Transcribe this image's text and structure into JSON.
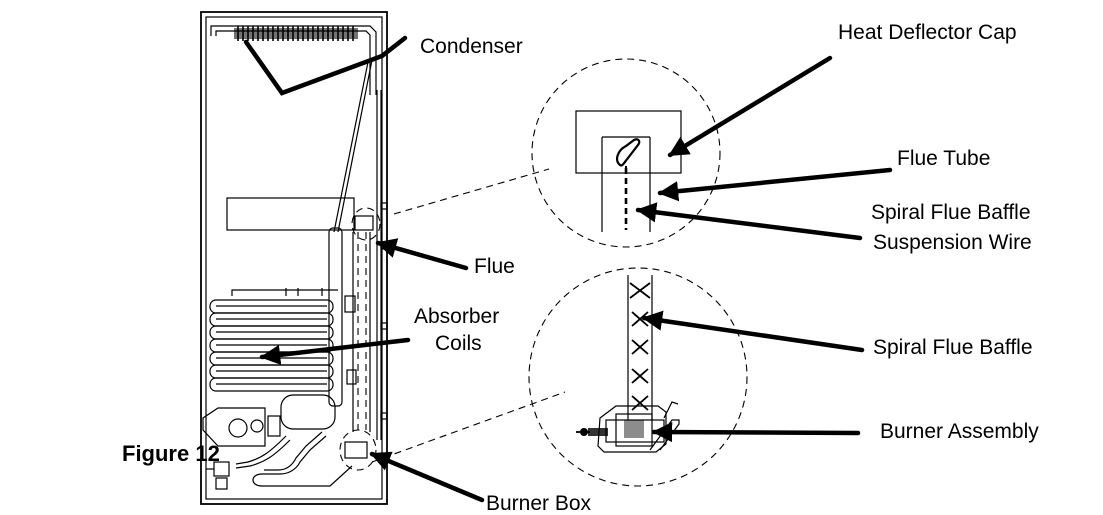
{
  "figure_label": "Figure 12",
  "labels": {
    "condenser": "Condenser",
    "flue": "Flue",
    "absorber_line1": "Absorber",
    "absorber_line2": "Coils",
    "burner_box": "Burner Box",
    "heat_deflector_cap": "Heat Deflector Cap",
    "flue_tube": "Flue Tube",
    "suspension_wire_line1": "Spiral Flue Baffle",
    "suspension_wire_line2": "Suspension Wire",
    "spiral_flue_baffle": "Spiral Flue Baffle",
    "burner_assembly": "Burner Assembly"
  }
}
